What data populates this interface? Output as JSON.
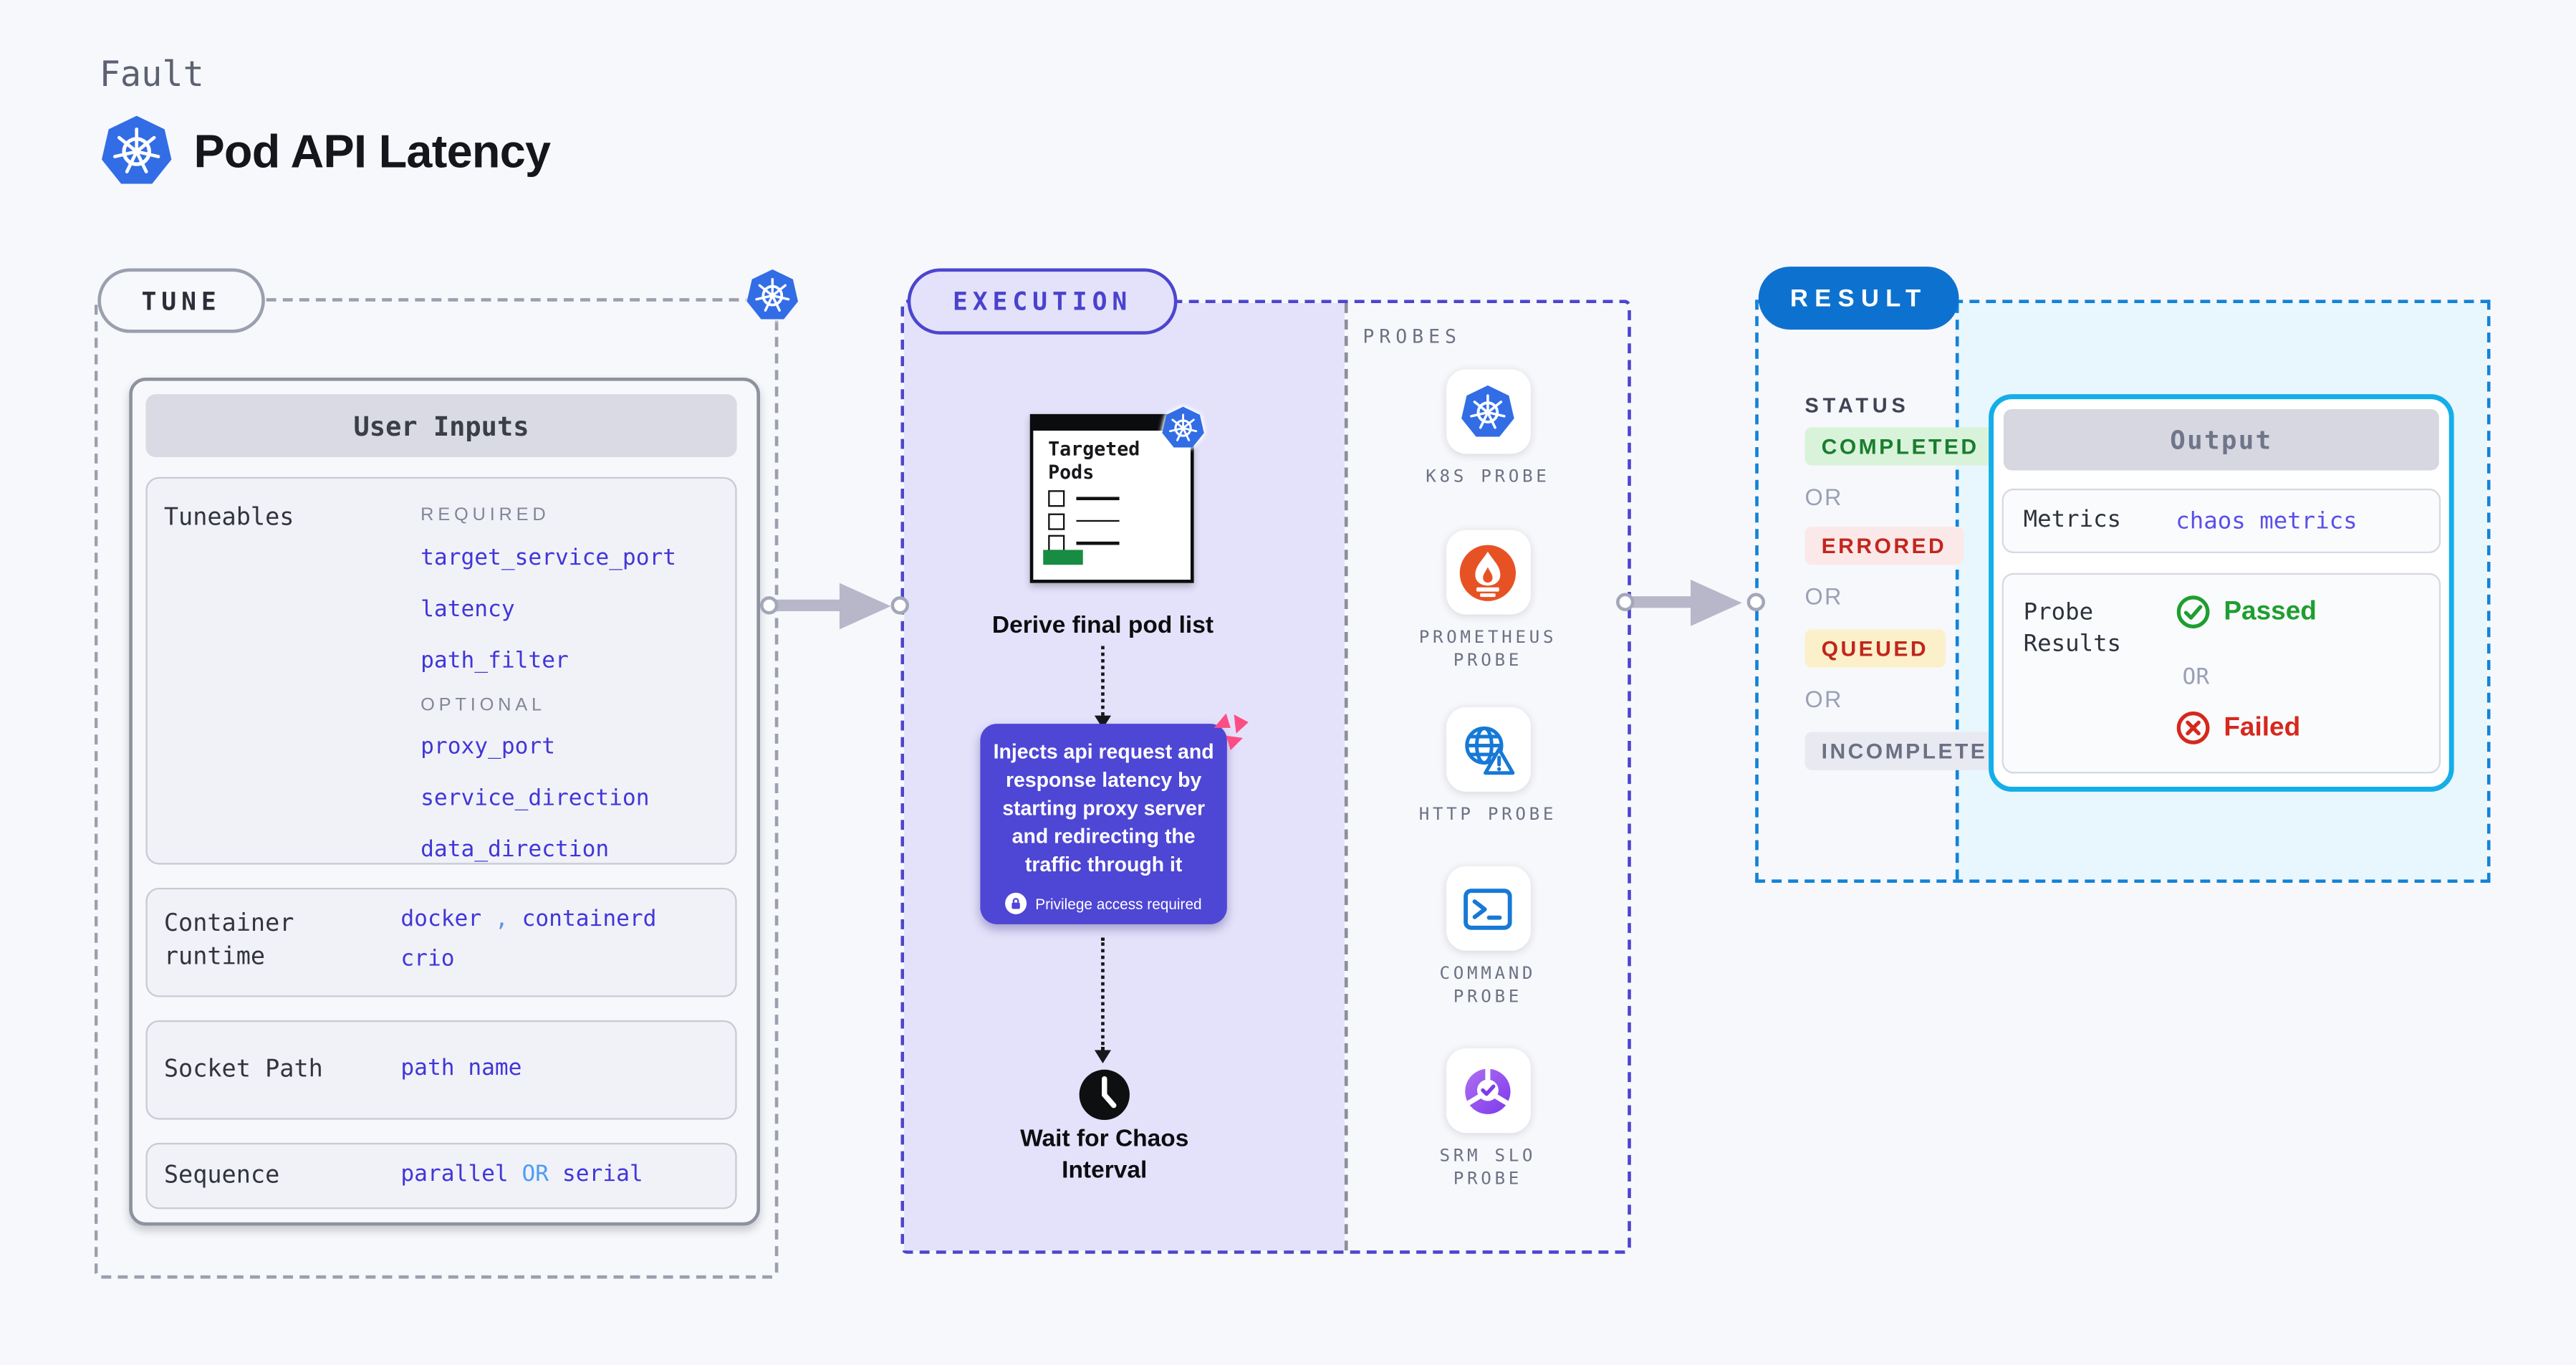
{
  "header": {
    "kicker": "Fault",
    "title": "Pod API Latency"
  },
  "tune": {
    "pill": "TUNE",
    "table_title": "User Inputs",
    "tuneables_label": "Tuneables",
    "required_heading": "REQUIRED",
    "required_values": [
      "target_service_port",
      "latency",
      "path_filter"
    ],
    "optional_heading": "OPTIONAL",
    "optional_values": [
      "proxy_port",
      "service_direction",
      "data_direction"
    ],
    "container_runtime_label": "Container runtime",
    "container_runtime_values": [
      "docker",
      "containerd",
      "crio"
    ],
    "container_runtime_separator": ",",
    "socket_path_label": "Socket Path",
    "socket_path_value": "path name",
    "sequence_label": "Sequence",
    "sequence_first": "parallel",
    "sequence_or": "OR",
    "sequence_second": "serial"
  },
  "execution": {
    "pill": "EXECUTION",
    "pod_card_title": "Targeted Pods",
    "derive_caption": "Derive final pod list",
    "inject_text": "Injects api request and response latency by starting proxy server and redirecting the traffic through it",
    "privilege_note": "Privilege access required",
    "wait_caption": "Wait for Chaos Interval"
  },
  "probes": {
    "heading": "PROBES",
    "items": [
      {
        "label": "K8S PROBE",
        "icon": "kubernetes-icon"
      },
      {
        "label": "PROMETHEUS PROBE",
        "icon": "prometheus-icon"
      },
      {
        "label": "HTTP PROBE",
        "icon": "globe-alert-icon"
      },
      {
        "label": "COMMAND PROBE",
        "icon": "terminal-icon"
      },
      {
        "label": "SRM SLO PROBE",
        "icon": "slo-donut-icon"
      }
    ]
  },
  "result": {
    "pill": "RESULT",
    "status_heading": "STATUS",
    "or_label": "OR",
    "statuses": [
      "COMPLETED",
      "ERRORED",
      "QUEUED",
      "INCOMPLETED"
    ],
    "output": {
      "title": "Output",
      "metrics_label": "Metrics",
      "metrics_value": "chaos metrics",
      "probe_results_label": "Probe Results",
      "passed_label": "Passed",
      "or_label": "OR",
      "failed_label": "Failed"
    }
  },
  "colors": {
    "page_bg": "#f7f8fb",
    "accent_indigo": "#4d45cf",
    "lavender_bg": "#e4e2fa",
    "inject_indigo": "#4e46d4",
    "result_blue": "#0d72cf",
    "result_dash_blue": "#1283d8",
    "output_cyan_border": "#14aee8",
    "cyan_bg": "#e8f6fd",
    "value_indigo": "#4136d9",
    "or_light_blue": "#4f9cf5",
    "passed_green": "#1e9e30",
    "failed_red": "#d6281c",
    "k8s_blue": "#326de6",
    "prometheus_orange": "#e75225",
    "chaos_pink": "#fb4e85",
    "targeted_green": "#188c42"
  }
}
